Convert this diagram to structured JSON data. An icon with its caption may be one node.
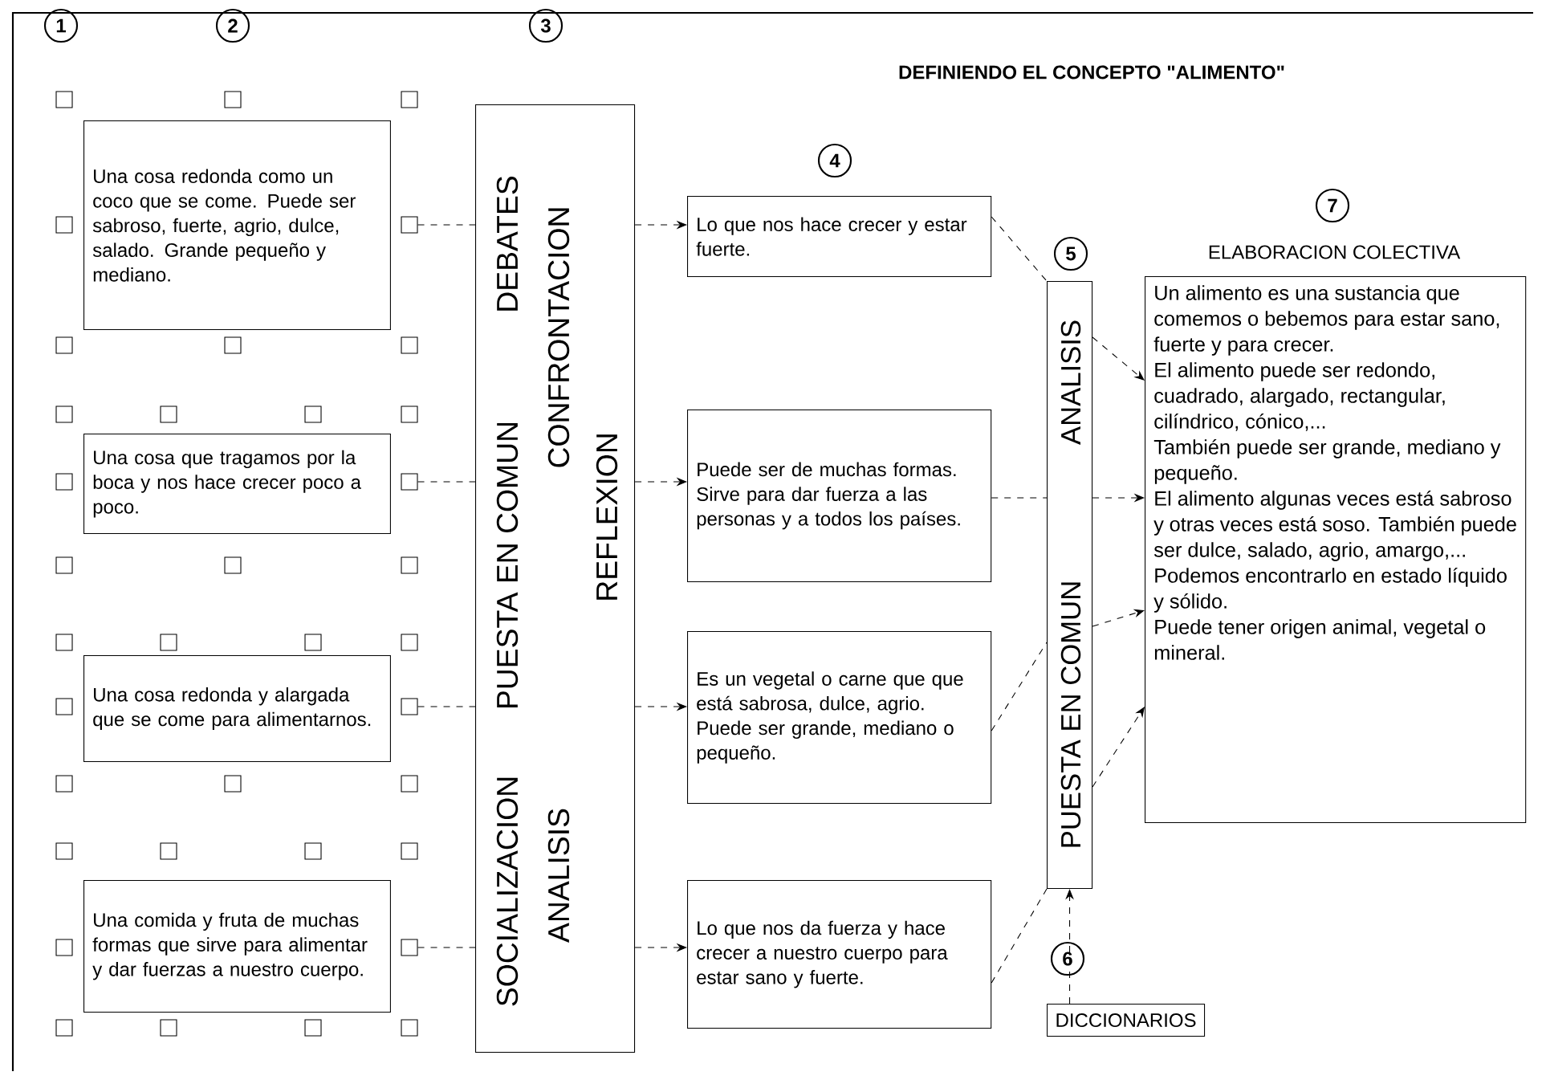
{
  "diagram": {
    "title": "DEFINIENDO EL CONCEPTO \"ALIMENTO\"",
    "nodes": [
      {
        "text": [
          "Una cosa redonda como un coco que se come. Puede ser sabroso, fuerte, agrio, dulce, salado. Grande pequeño y mediano."
        ]
      },
      {
        "text": [
          "Una cosa que tragamos por la boca y nos hace crecer poco a poco."
        ]
      },
      {
        "text": [
          "Una cosa redonda y alargada que se come para alimentarnos."
        ]
      },
      {
        "text": [
          "Una comida y fruta de muchas formas que sirve para alimentar y dar fuerzas a nuestro cuerpo."
        ]
      },
      {
        "text": [],
        "shape": "box"
      },
      {
        "text": [],
        "shape": "box"
      },
      {
        "text": [],
        "shape": "box"
      },
      {
        "text": [],
        "shape": "box"
      },
      {
        "text": [
          "SOCIALIZACION",
          "PUESTA EN COMUN",
          "DEBATES",
          "CONFRONTACION",
          "ANALISIS",
          "REFLEXION"
        ]
      },
      {
        "text": [
          "Lo que nos hace crecer y estar fuerte."
        ]
      },
      {
        "text": [
          "Puede ser de muchas formas.",
          "Sirve para dar fuerza a las personas y a todos los países."
        ]
      },
      {
        "text": [
          "Es un vegetal o carne que que está sabrosa, dulce, agrio.",
          "Puede ser grande, mediano o pequeño."
        ]
      },
      {
        "text": [
          "Lo que nos da fuerza y hace crecer a nuestro cuerpo para estar sano y fuerte."
        ]
      },
      {
        "text": [
          "PUESTA EN COMUN",
          "ANALISIS"
        ]
      },
      {
        "text": [
          "ELABORACION COLECTIVA",
          "Un alimento es una sustancia que comemos o bebemos para estar sano, fuerte y para crecer.",
          "El alimento puede ser redondo, cuadrado, alargado, rectangular, cilíndrico, cónico,...",
          "También puede ser grande, mediano y pequeño.",
          "El alimento algunas veces está sabroso y otras veces está soso. También puede ser dulce, salado, agrio, amargo,...",
          "Podemos encontrarlo en estado líquido y sólido.",
          "Puede tener origen animal, vegetal o mineral."
        ]
      },
      {
        "text": [
          "DICCIONARIOS"
        ]
      },
      {
        "text": [],
        "shape": "box"
      },
      {
        "text": [],
        "shape": "box"
      },
      {
        "text": [],
        "shape": "box"
      },
      {
        "text": [],
        "shape": "box"
      },
      {
        "text": [],
        "shape": "box"
      },
      {
        "text": [],
        "shape": "box"
      },
      {
        "text": [],
        "shape": "box"
      },
      {
        "text": [],
        "shape": "box"
      },
      {
        "text": [],
        "shape": "box"
      },
      {
        "text": [],
        "shape": "box"
      },
      {
        "text": [],
        "shape": "box"
      },
      {
        "text": [],
        "shape": "box"
      },
      {
        "text": [],
        "shape": "box"
      },
      {
        "text": [],
        "shape": "box"
      },
      {
        "text": [],
        "shape": "box"
      },
      {
        "text": [],
        "shape": "box"
      },
      {
        "text": [],
        "shape": "box"
      },
      {
        "text": [],
        "shape": "box"
      },
      {
        "text": [],
        "shape": "box"
      },
      {
        "text": [],
        "shape": "box"
      },
      {
        "text": [],
        "shape": "box"
      },
      {
        "text": [],
        "shape": "box"
      },
      {
        "text": [],
        "shape": "box"
      },
      {
        "text": [],
        "shape": "box"
      },
      {
        "text": [],
        "shape": "box"
      },
      {
        "text": [],
        "shape": "box"
      },
      {
        "text": [],
        "shape": "box"
      },
      {
        "text": [],
        "shape": "box"
      },
      {
        "text": [],
        "shape": "box"
      },
      {
        "text": [],
        "shape": "box"
      },
      {
        "text": [],
        "shape": "box"
      },
      {
        "text": [],
        "shape": "box"
      }
    ],
    "edges": [
      {
        "from": 4,
        "to": 8,
        "arrow": "none",
        "style": "dashed"
      },
      {
        "from": 5,
        "to": 8,
        "arrow": "none",
        "style": "dashed"
      },
      {
        "from": 6,
        "to": 8,
        "arrow": "none",
        "style": "dashed"
      },
      {
        "from": 7,
        "to": 8,
        "arrow": "none",
        "style": "dashed"
      },
      {
        "from": 8,
        "to": 9,
        "arrow": "to",
        "style": "dashed"
      },
      {
        "from": 8,
        "to": 10,
        "arrow": "to",
        "style": "dashed"
      },
      {
        "from": 8,
        "to": 11,
        "arrow": "to",
        "style": "dashed"
      },
      {
        "from": 8,
        "to": 12,
        "arrow": "to",
        "style": "dashed"
      },
      {
        "from": 9,
        "to": 13,
        "arrow": "none",
        "style": "dashed"
      },
      {
        "from": 10,
        "to": 13,
        "arrow": "none",
        "style": "dashed"
      },
      {
        "from": 11,
        "to": 13,
        "arrow": "none",
        "style": "dashed"
      },
      {
        "from": 12,
        "to": 13,
        "arrow": "none",
        "style": "dashed"
      },
      {
        "from": 13,
        "to": 14,
        "arrow": "to",
        "style": "dashed"
      },
      {
        "from": 13,
        "to": 14,
        "arrow": "to",
        "style": "dashed"
      },
      {
        "from": 13,
        "to": 14,
        "arrow": "to",
        "style": "dashed"
      },
      {
        "from": 13,
        "to": 14,
        "arrow": "to",
        "style": "dashed"
      },
      {
        "from": 15,
        "to": 13,
        "arrow": "to",
        "style": "dashed"
      }
    ],
    "labels": [
      "1",
      "2",
      "3",
      "4",
      "5",
      "6",
      "7"
    ]
  }
}
